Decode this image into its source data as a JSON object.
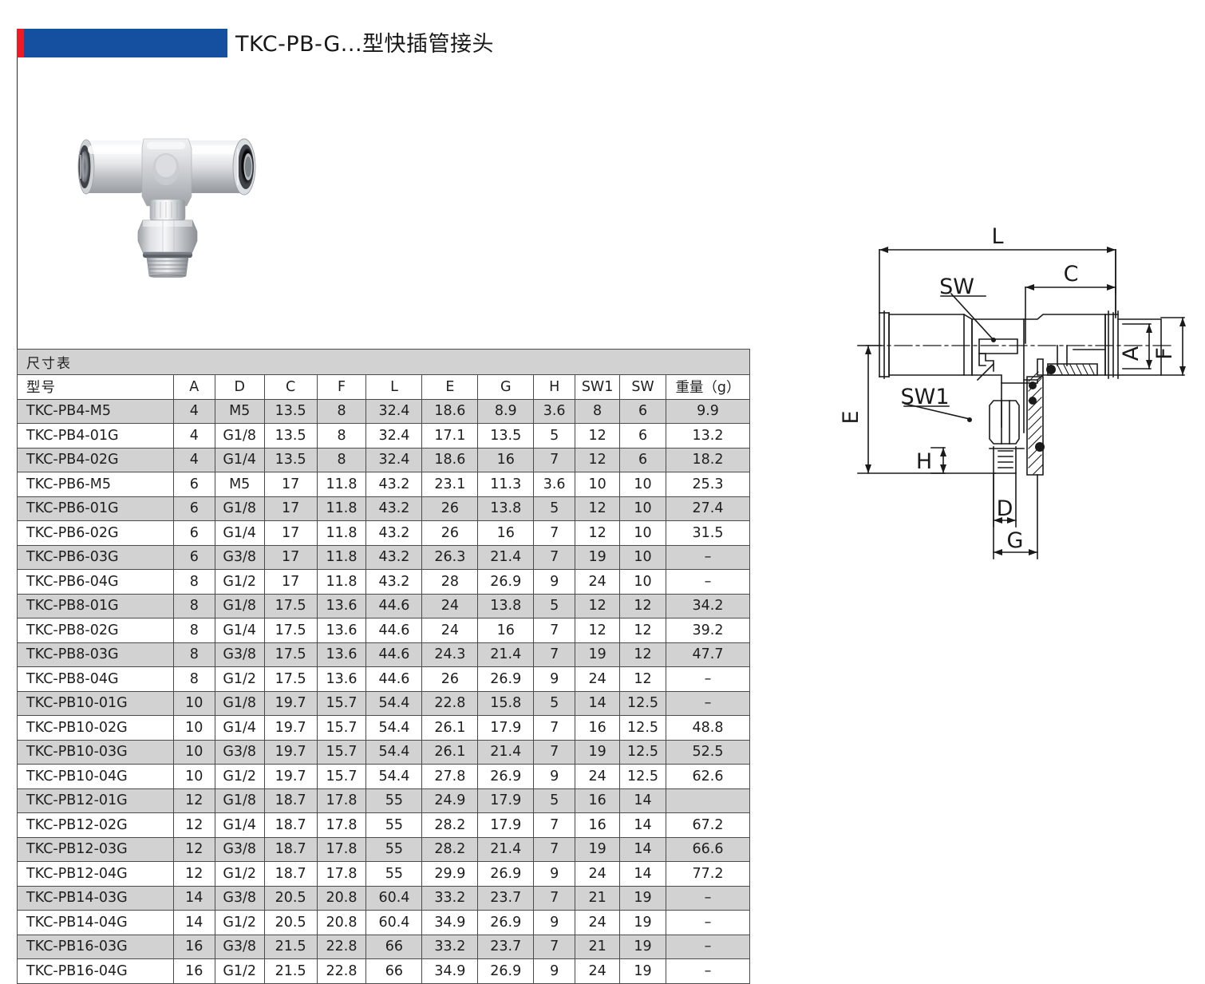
{
  "header": {
    "title": "TKC-PB-G...型快插管接头",
    "accent_red": "#ed1c24",
    "accent_blue": "#14509f"
  },
  "product_photo": {
    "alt_name": "stainless push-in branch tee fitting"
  },
  "drawing": {
    "labels": {
      "l": "L",
      "c": "C",
      "sw": "SW",
      "sw1": "SW1",
      "a": "A",
      "f": "F",
      "e": "E",
      "h": "H",
      "d": "D",
      "g": "G"
    }
  },
  "table": {
    "caption": "尺寸表",
    "columns": [
      "型号",
      "A",
      "D",
      "C",
      "F",
      "L",
      "E",
      "G",
      "H",
      "SW1",
      "SW",
      "重量（g）"
    ],
    "rows": [
      [
        "TKC-PB4-M5",
        "4",
        "M5",
        "13.5",
        "8",
        "32.4",
        "18.6",
        "8.9",
        "3.6",
        "8",
        "6",
        "9.9"
      ],
      [
        "TKC-PB4-01G",
        "4",
        "G1/8",
        "13.5",
        "8",
        "32.4",
        "17.1",
        "13.5",
        "5",
        "12",
        "6",
        "13.2"
      ],
      [
        "TKC-PB4-02G",
        "4",
        "G1/4",
        "13.5",
        "8",
        "32.4",
        "18.6",
        "16",
        "7",
        "12",
        "6",
        "18.2"
      ],
      [
        "TKC-PB6-M5",
        "6",
        "M5",
        "17",
        "11.8",
        "43.2",
        "23.1",
        "11.3",
        "3.6",
        "10",
        "10",
        "25.3"
      ],
      [
        "TKC-PB6-01G",
        "6",
        "G1/8",
        "17",
        "11.8",
        "43.2",
        "26",
        "13.8",
        "5",
        "12",
        "10",
        "27.4"
      ],
      [
        "TKC-PB6-02G",
        "6",
        "G1/4",
        "17",
        "11.8",
        "43.2",
        "26",
        "16",
        "7",
        "12",
        "10",
        "31.5"
      ],
      [
        "TKC-PB6-03G",
        "6",
        "G3/8",
        "17",
        "11.8",
        "43.2",
        "26.3",
        "21.4",
        "7",
        "19",
        "10",
        "–"
      ],
      [
        "TKC-PB6-04G",
        "8",
        "G1/2",
        "17",
        "11.8",
        "43.2",
        "28",
        "26.9",
        "9",
        "24",
        "10",
        "–"
      ],
      [
        "TKC-PB8-01G",
        "8",
        "G1/8",
        "17.5",
        "13.6",
        "44.6",
        "24",
        "13.8",
        "5",
        "12",
        "12",
        "34.2"
      ],
      [
        "TKC-PB8-02G",
        "8",
        "G1/4",
        "17.5",
        "13.6",
        "44.6",
        "24",
        "16",
        "7",
        "12",
        "12",
        "39.2"
      ],
      [
        "TKC-PB8-03G",
        "8",
        "G3/8",
        "17.5",
        "13.6",
        "44.6",
        "24.3",
        "21.4",
        "7",
        "19",
        "12",
        "47.7"
      ],
      [
        "TKC-PB8-04G",
        "8",
        "G1/2",
        "17.5",
        "13.6",
        "44.6",
        "26",
        "26.9",
        "9",
        "24",
        "12",
        "–"
      ],
      [
        "TKC-PB10-01G",
        "10",
        "G1/8",
        "19.7",
        "15.7",
        "54.4",
        "22.8",
        "15.8",
        "5",
        "14",
        "12.5",
        "–"
      ],
      [
        "TKC-PB10-02G",
        "10",
        "G1/4",
        "19.7",
        "15.7",
        "54.4",
        "26.1",
        "17.9",
        "7",
        "16",
        "12.5",
        "48.8"
      ],
      [
        "TKC-PB10-03G",
        "10",
        "G3/8",
        "19.7",
        "15.7",
        "54.4",
        "26.1",
        "21.4",
        "7",
        "19",
        "12.5",
        "52.5"
      ],
      [
        "TKC-PB10-04G",
        "10",
        "G1/2",
        "19.7",
        "15.7",
        "54.4",
        "27.8",
        "26.9",
        "9",
        "24",
        "12.5",
        "62.6"
      ],
      [
        "TKC-PB12-01G",
        "12",
        "G1/8",
        "18.7",
        "17.8",
        "55",
        "24.9",
        "17.9",
        "5",
        "16",
        "14",
        ""
      ],
      [
        "TKC-PB12-02G",
        "12",
        "G1/4",
        "18.7",
        "17.8",
        "55",
        "28.2",
        "17.9",
        "7",
        "16",
        "14",
        "67.2"
      ],
      [
        "TKC-PB12-03G",
        "12",
        "G3/8",
        "18.7",
        "17.8",
        "55",
        "28.2",
        "21.4",
        "7",
        "19",
        "14",
        "66.6"
      ],
      [
        "TKC-PB12-04G",
        "12",
        "G1/2",
        "18.7",
        "17.8",
        "55",
        "29.9",
        "26.9",
        "9",
        "24",
        "14",
        "77.2"
      ],
      [
        "TKC-PB14-03G",
        "14",
        "G3/8",
        "20.5",
        "20.8",
        "60.4",
        "33.2",
        "23.7",
        "7",
        "21",
        "19",
        "–"
      ],
      [
        "TKC-PB14-04G",
        "14",
        "G1/2",
        "20.5",
        "20.8",
        "60.4",
        "34.9",
        "26.9",
        "9",
        "24",
        "19",
        "–"
      ],
      [
        "TKC-PB16-03G",
        "16",
        "G3/8",
        "21.5",
        "22.8",
        "66",
        "33.2",
        "23.7",
        "7",
        "21",
        "19",
        "–"
      ],
      [
        "TKC-PB16-04G",
        "16",
        "G1/2",
        "21.5",
        "22.8",
        "66",
        "34.9",
        "26.9",
        "9",
        "24",
        "19",
        "–"
      ]
    ]
  }
}
